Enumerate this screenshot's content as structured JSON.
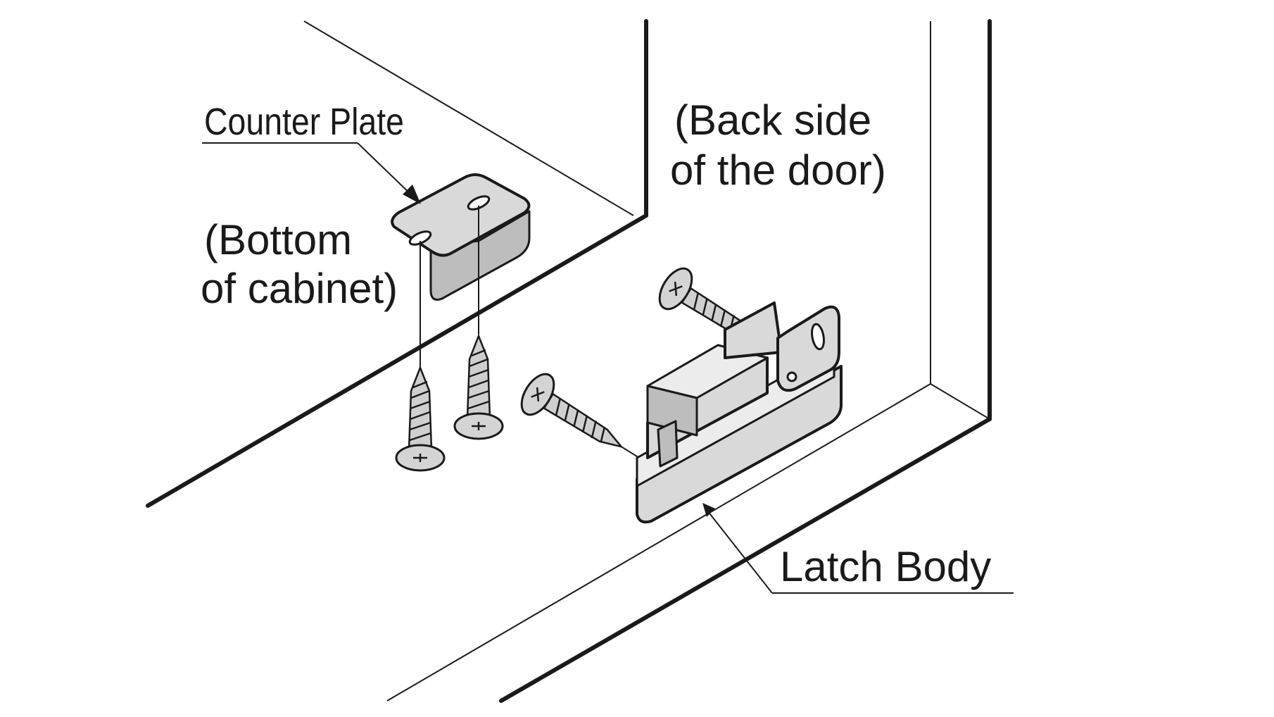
{
  "labels": {
    "counter_plate": "Counter Plate",
    "bottom_of_cabinet_line1": "(Bottom",
    "bottom_of_cabinet_line2": "of cabinet)",
    "back_side_line1": "(Back side",
    "back_side_line2": "of the door)",
    "latch_body": "Latch Body"
  },
  "parts": {
    "screw_count": 4,
    "screw_icon": "phillips-screw-icon"
  },
  "colors": {
    "ink": "#1a1a1a",
    "part_fill": "#d9d9d9",
    "background": "#ffffff"
  }
}
